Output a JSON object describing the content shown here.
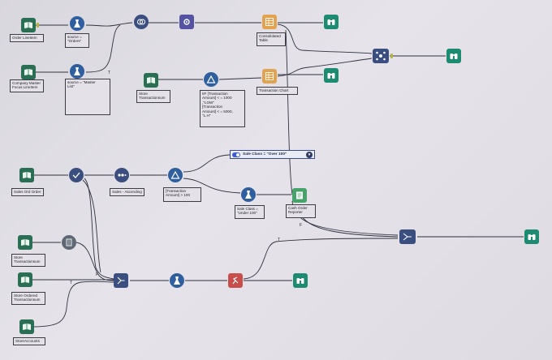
{
  "workflow": {
    "inputs": {
      "order_lineitem": "Order LineItem",
      "company_master": "Company Master\nFocus LineItem",
      "store_transactions": "Store\nTransactionsum",
      "sales_item_order": "Sales Ord Order",
      "store_transactions_2": "Store\nTransactionsum",
      "store_ordered": "Store Ordered\nTransactionsum",
      "store_accounts": "StoreAccounts"
    },
    "labels": {
      "source_orders": "source =\n\"Orders\"",
      "source_master_list": "source = \"Master\nList\"",
      "consolidated_table": "Consolidated\nTable",
      "transaction_chart": "Transaction Chart",
      "formula_condition": "IIF [Transaction\nAmount] < = 1000\n,\"LOW\"\n[Transaction\nAmount] < = 5000,\n\"L.H\"",
      "sales_ascending": "Sales - Ascending",
      "transaction_filter": "[Transaction\nAmount] > 100",
      "sale_class_filter": "Sale Class =\n\"Under 100\"",
      "reporter_text": "Cash Order\nReporter",
      "filter_bar": "Sale Class = \"Over 100\"",
      "dropdown_glyph": "▾",
      "anchor_true": "T",
      "anchor_false": "F"
    }
  },
  "colors": {
    "wire": "#2f3140",
    "browse": "#1c8b71",
    "select": "#2f5f9e",
    "join": "#3a4f7f",
    "filter": "#2f5f9e",
    "formula": "#e2a351",
    "union": "#5454a2",
    "report": "#46a36a",
    "anchor": "#b7b24a"
  },
  "icons": {
    "input": "book-icon",
    "select": "beaker-icon",
    "browse": "binoculars-icon",
    "filter": "triangle-icon",
    "join": "join-icon",
    "union": "union-icon",
    "formula": "table-icon",
    "sort": "sort-icon",
    "sample": "dots-icon",
    "report": "report-icon",
    "runner": "runner-icon"
  }
}
